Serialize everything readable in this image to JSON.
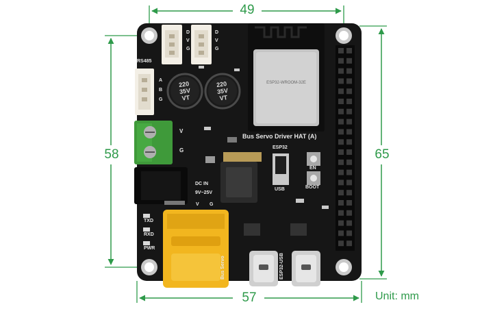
{
  "dimensions": {
    "top": "49",
    "left": "58",
    "right": "65",
    "bottom": "57",
    "unit": "Unit: mm"
  },
  "board": {
    "title": "Bus Servo Driver HAT (A)",
    "rs485": "RS485",
    "connector_top_left": [
      "D",
      "V",
      "G"
    ],
    "connector_top_right": [
      "D",
      "V",
      "G"
    ],
    "rs485_pins": [
      "A",
      "B",
      "G"
    ],
    "cap1": [
      "220",
      "35V",
      "VT"
    ],
    "cap2": [
      "220",
      "35V",
      "VT"
    ],
    "terminal_v": "V",
    "terminal_g": "G",
    "dc_in": "DC IN",
    "dc_range": "9V~25V",
    "xt_v": "V",
    "xt_g": "G",
    "esp32_label": "ESP32",
    "usb_label": "USB",
    "en_label": "EN",
    "boot_label": "BOOT",
    "led_txd": "TXD",
    "led_rxd": "RXD",
    "led_pwr": "PWR",
    "bus_servo_label": "Bus Servo",
    "esp32_usb_label": "ESP32-USB",
    "module_text": [
      "ESP32-WROOM-32E"
    ]
  },
  "colors": {
    "dimension": "#2e9a4a",
    "pcb": "#161616",
    "terminal": "#3f9a3a",
    "xt_connector": "#f2b61f"
  }
}
